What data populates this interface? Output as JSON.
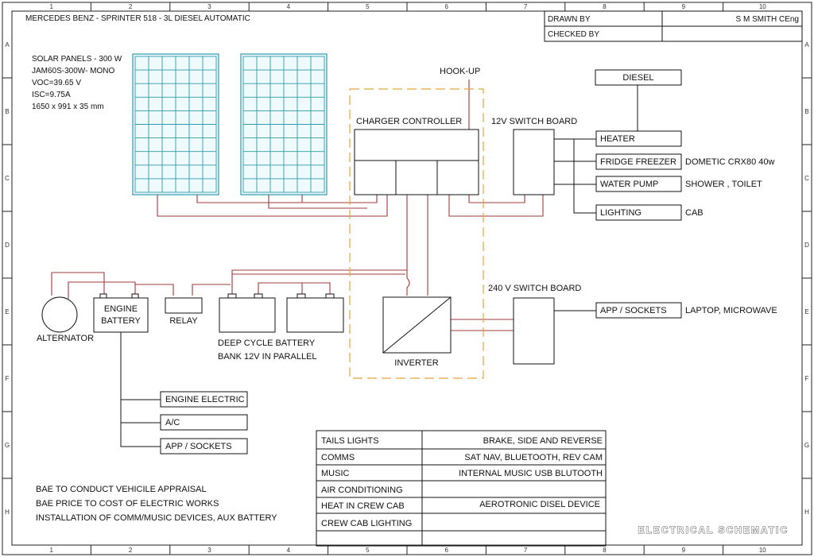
{
  "title": "MERCEDES BENZ - SPRINTER 518 -  3L DIESEL AUTOMATIC",
  "title_block": {
    "drawn_by_label": "DRAWN BY",
    "drawn_by_value": "S M SMITH CEng",
    "checked_by_label": "CHECKED BY"
  },
  "border": {
    "columns": [
      "1",
      "2",
      "3",
      "4",
      "5",
      "6",
      "7",
      "8",
      "9",
      "10"
    ],
    "rows": [
      "A",
      "B",
      "C",
      "D",
      "E",
      "F",
      "G",
      "H"
    ]
  },
  "solar": {
    "lines": [
      "SOLAR PANELS - 300 W",
      "JAM60S-300W- MONO",
      "VOC=39.65 V",
      "ISC=9.75A",
      "1650 x 991 x 35 mm"
    ]
  },
  "labels": {
    "hookup": "HOOK-UP",
    "charger_controller": "CHARGER CONTROLLER",
    "switch_12v": "12V SWITCH BOARD",
    "diesel": "DIESEL",
    "heater": "HEATER",
    "fridge": "FRIDGE FREEZER",
    "fridge_note": "DOMETIC CRX80 40w",
    "water_pump": "WATER PUMP",
    "water_note": "SHOWER , TOILET",
    "lighting": "LIGHTING",
    "lighting_note": "CAB",
    "switch_240v": "240 V SWITCH BOARD",
    "app_sockets": "APP / SOCKETS",
    "app_note": "LAPTOP, MICROWAVE",
    "alternator": "ALTERNATOR",
    "engine_battery_1": "ENGINE",
    "engine_battery_2": "BATTERY",
    "relay": "RELAY",
    "deep_cycle_1": "DEEP CYCLE BATTERY",
    "deep_cycle_2": "BANK 12V IN PARALLEL",
    "inverter": "INVERTER",
    "engine_electric": "ENGINE ELECTRIC",
    "ac": "A/C",
    "app_sockets_2": "APP / SOCKETS",
    "stamp": "ELECTRICAL SCHEMATIC"
  },
  "notes": [
    "BAE TO CONDUCT VEHICILE APPRAISAL",
    "BAE PRICE TO COST OF ELECTRIC WORKS",
    "INSTALLATION OF COMM/MUSIC DEVICES, AUX BATTERY"
  ],
  "features_table": [
    {
      "feature": "TAILS LIGHTS",
      "detail": "BRAKE, SIDE AND REVERSE"
    },
    {
      "feature": "COMMS",
      "detail": "SAT NAV, BLUETOOTH, REV CAM"
    },
    {
      "feature": "MUSIC",
      "detail": "INTERNAL MUSIC USB BLUTOOTH"
    },
    {
      "feature": "AIR CONDITIONING",
      "detail": ""
    },
    {
      "feature": "HEAT IN CREW CAB",
      "detail": "AEROTRONIC DISEL DEVICE"
    },
    {
      "feature": "CREW CAB LIGHTING",
      "detail": ""
    }
  ],
  "colors": {
    "wire": "#a33a3a",
    "ac_enclosure": "#e8a23c",
    "solar_panel": "#2e9aaa"
  }
}
